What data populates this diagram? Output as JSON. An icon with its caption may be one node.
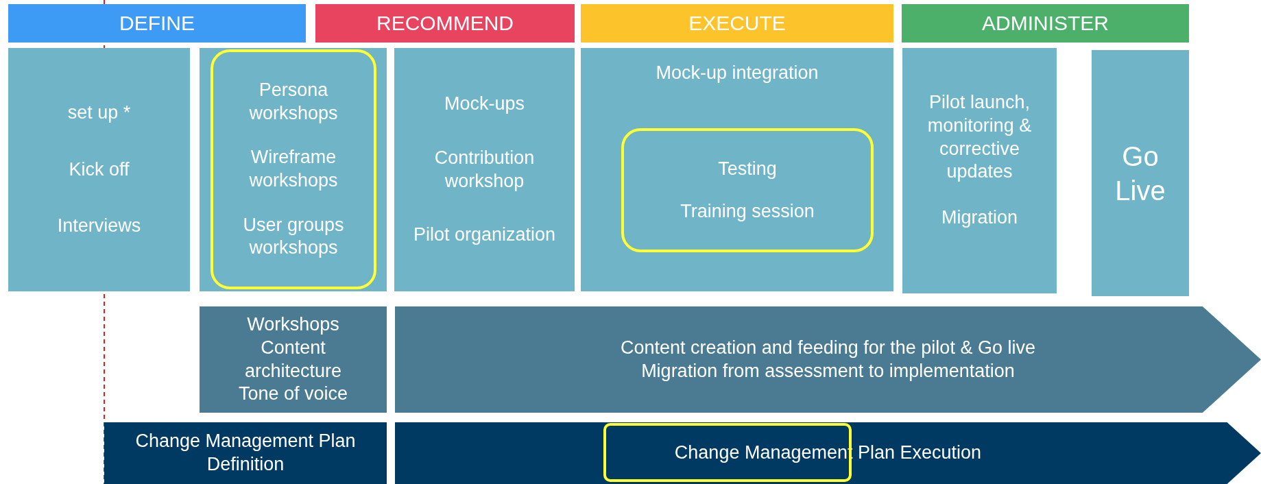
{
  "diagram": {
    "nodes": [
      {
        "text": [
          "DEFINE"
        ]
      },
      {
        "text": [
          "RECOMMEND"
        ]
      },
      {
        "text": [
          "EXECUTE"
        ]
      },
      {
        "text": [
          "ADMINISTER"
        ]
      },
      {
        "text": [
          "set up *",
          "Kick off",
          "Interviews"
        ]
      },
      {
        "text": [],
        "shape": "box"
      },
      {
        "text": [
          "Persona workshops",
          "Wireframe workshops",
          "User groups workshops"
        ],
        "in": 5
      },
      {
        "text": [
          "Mock-ups",
          "Contribution workshop",
          "Pilot organization"
        ]
      },
      {
        "text": [
          "Mock-up integration"
        ]
      },
      {
        "text": [
          "Testing",
          "Training session"
        ],
        "in": 8
      },
      {
        "text": [
          "Pilot launch, monitoring & corrective updates",
          "Migration"
        ]
      },
      {
        "text": [
          "Go Live"
        ]
      },
      {
        "text": [
          "Workshops",
          "Content architecture",
          "Tone of voice"
        ]
      },
      {
        "text": [
          "Content creation and feeding for the pilot & Go live",
          "Migration from assessment to implementation"
        ]
      },
      {
        "text": [
          "Change Management Plan Definition"
        ]
      },
      {
        "text": [
          "Change Management Plan Execution"
        ]
      }
    ]
  }
}
